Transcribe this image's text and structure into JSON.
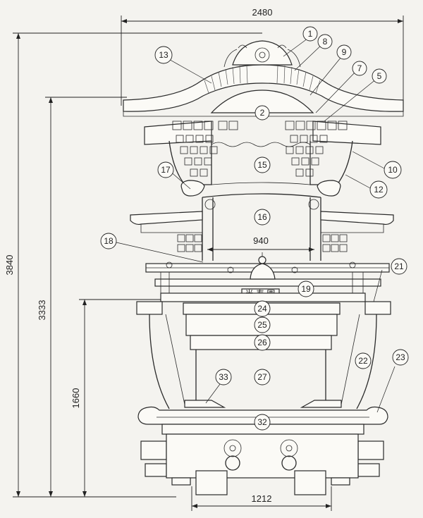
{
  "dimensions": {
    "top_width": "2480",
    "total_height": "3840",
    "roof_height": "3333",
    "lower_height": "1660",
    "inner_span": "940",
    "base_width": "1212"
  },
  "plaque_text": "半 寿 園",
  "callouts": [
    {
      "n": "1"
    },
    {
      "n": "2"
    },
    {
      "n": "5"
    },
    {
      "n": "7"
    },
    {
      "n": "8"
    },
    {
      "n": "9"
    },
    {
      "n": "10"
    },
    {
      "n": "12"
    },
    {
      "n": "13"
    },
    {
      "n": "15"
    },
    {
      "n": "16"
    },
    {
      "n": "17"
    },
    {
      "n": "18"
    },
    {
      "n": "19"
    },
    {
      "n": "21"
    },
    {
      "n": "22"
    },
    {
      "n": "23"
    },
    {
      "n": "24"
    },
    {
      "n": "25"
    },
    {
      "n": "26"
    },
    {
      "n": "27"
    },
    {
      "n": "32"
    },
    {
      "n": "33"
    }
  ]
}
